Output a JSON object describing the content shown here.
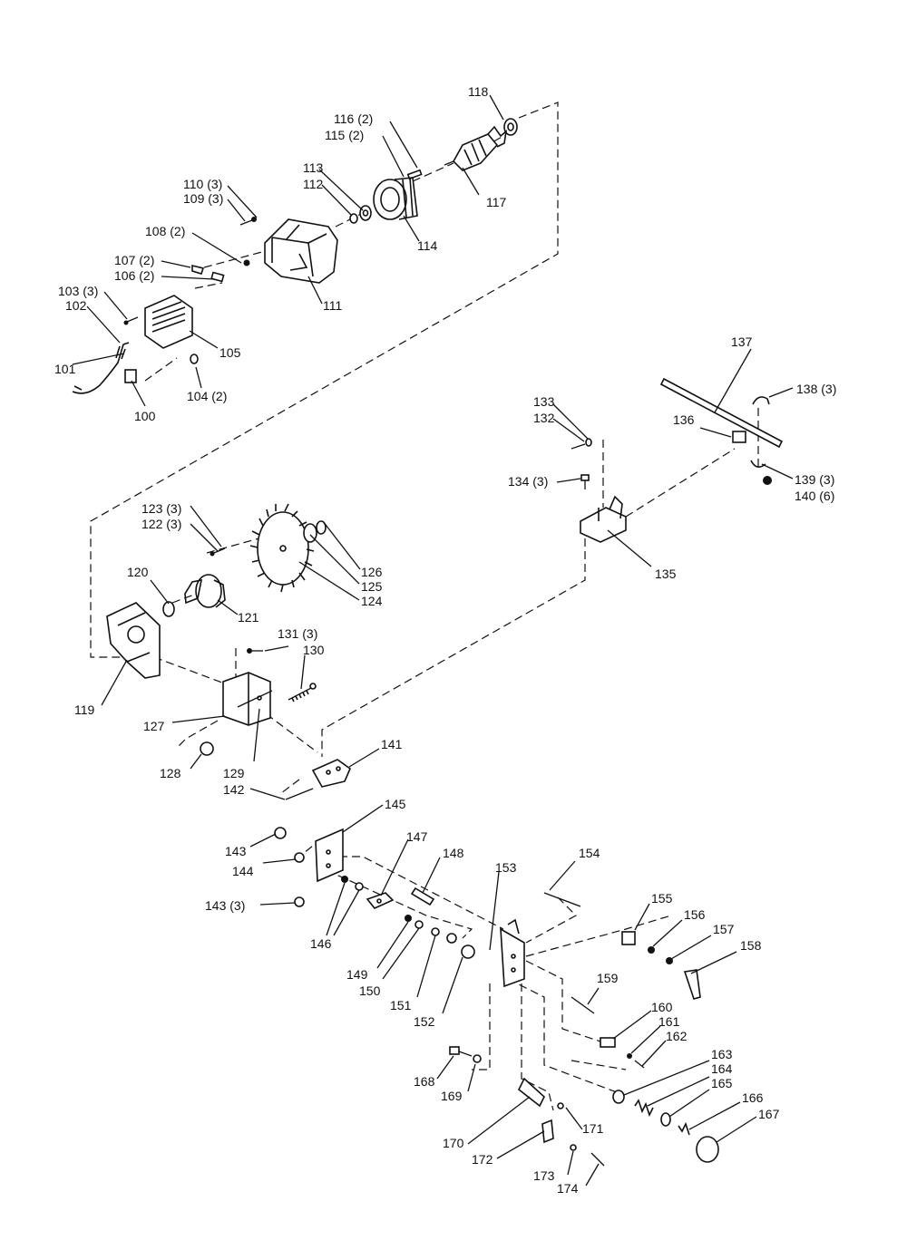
{
  "labels": {
    "l100": "100",
    "l101": "101",
    "l102": "102",
    "l103": "103 (3)",
    "l104": "104 (2)",
    "l105": "105",
    "l106": "106 (2)",
    "l107": "107 (2)",
    "l108": "108 (2)",
    "l109": "109 (3)",
    "l110": "110 (3)",
    "l111": "111",
    "l112": "112",
    "l113": "113",
    "l114": "114",
    "l115": "115 (2)",
    "l116": "116 (2)",
    "l117": "117",
    "l118": "118",
    "l119": "119",
    "l120": "120",
    "l121": "121",
    "l122": "122 (3)",
    "l123": "123 (3)",
    "l124": "124",
    "l125": "125",
    "l126": "126",
    "l127": "127",
    "l128": "128",
    "l129": "129",
    "l130": "130",
    "l131": "131 (3)",
    "l132": "132",
    "l133": "133",
    "l134": "134 (3)",
    "l135": "135",
    "l136": "136",
    "l137": "137",
    "l138": "138 (3)",
    "l139": "139 (3)",
    "l140": "140 (6)",
    "l141": "141",
    "l142": "142",
    "l143a": "143",
    "l143b": "143 (3)",
    "l144": "144",
    "l145": "145",
    "l146": "146",
    "l147": "147",
    "l148": "148",
    "l149": "149",
    "l150": "150",
    "l151": "151",
    "l152": "152",
    "l153": "153",
    "l154": "154",
    "l155": "155",
    "l156": "156",
    "l157": "157",
    "l158": "158",
    "l159": "159",
    "l160": "160",
    "l161": "161",
    "l162": "162",
    "l163": "163",
    "l164": "164",
    "l165": "165",
    "l166": "166",
    "l167": "167",
    "l168": "168",
    "l169": "169",
    "l170": "170",
    "l171": "171",
    "l172": "172",
    "l173": "173",
    "l174": "174"
  }
}
